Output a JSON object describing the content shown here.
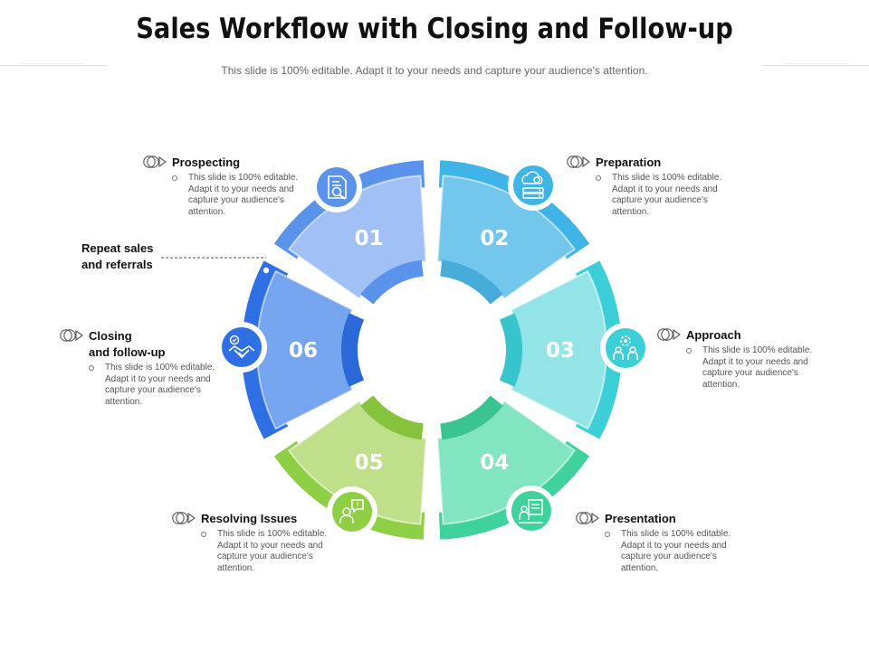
{
  "title": "Sales Workflow with Closing and Follow-up",
  "subtitle": "This slide is 100% editable. Adapt it to your needs and capture your audience's attention.",
  "callout": "Repeat sales\nand referrals",
  "colors": {
    "stage1": "#a1c0f5",
    "stage1_outer": "#5a93ec",
    "stage1_inner": "#5a93ec",
    "stage2": "#74c7ec",
    "stage2_outer": "#3fb4e6",
    "stage2_inner": "#47acd9",
    "stage3": "#93e4e6",
    "stage3_outer": "#3ccfd7",
    "stage3_inner": "#37c4cc",
    "stage4": "#80e5c0",
    "stage4_outer": "#3fd29c",
    "stage4_inner": "#3ac48f",
    "stage5": "#c0df8b",
    "stage5_outer": "#8fcf45",
    "stage5_inner": "#86c33c",
    "stage6": "#76a5f0",
    "stage6_outer": "#2e6fe3",
    "stage6_inner": "#2c69d8"
  },
  "stages": [
    {
      "number": "01",
      "name": "Prospecting",
      "desc": "This slide is 100% editable. Adapt it to your needs and capture your audience's attention.",
      "icon": "document-search-icon"
    },
    {
      "number": "02",
      "name": "Preparation",
      "desc": "This slide is 100% editable. Adapt it to your needs and capture your audience's attention.",
      "icon": "cloud-gear-icon"
    },
    {
      "number": "03",
      "name": "Approach",
      "desc": "This slide is 100% editable. Adapt it to your needs and capture your audience's attention.",
      "icon": "people-gear-icon"
    },
    {
      "number": "04",
      "name": "Presentation",
      "desc": "This slide is 100% editable. Adapt it to your needs and capture your audience's attention.",
      "icon": "presenter-board-icon"
    },
    {
      "number": "05",
      "name": "Resolving  Issues",
      "desc": "This slide is 100% editable. Adapt it to your needs and capture your audience's attention.",
      "icon": "person-question-icon"
    },
    {
      "number": "06",
      "name": "Closing\nand follow-up",
      "desc": "This slide is 100% editable. Adapt it to your needs and capture your audience's attention.",
      "icon": "handshake-icon"
    }
  ]
}
